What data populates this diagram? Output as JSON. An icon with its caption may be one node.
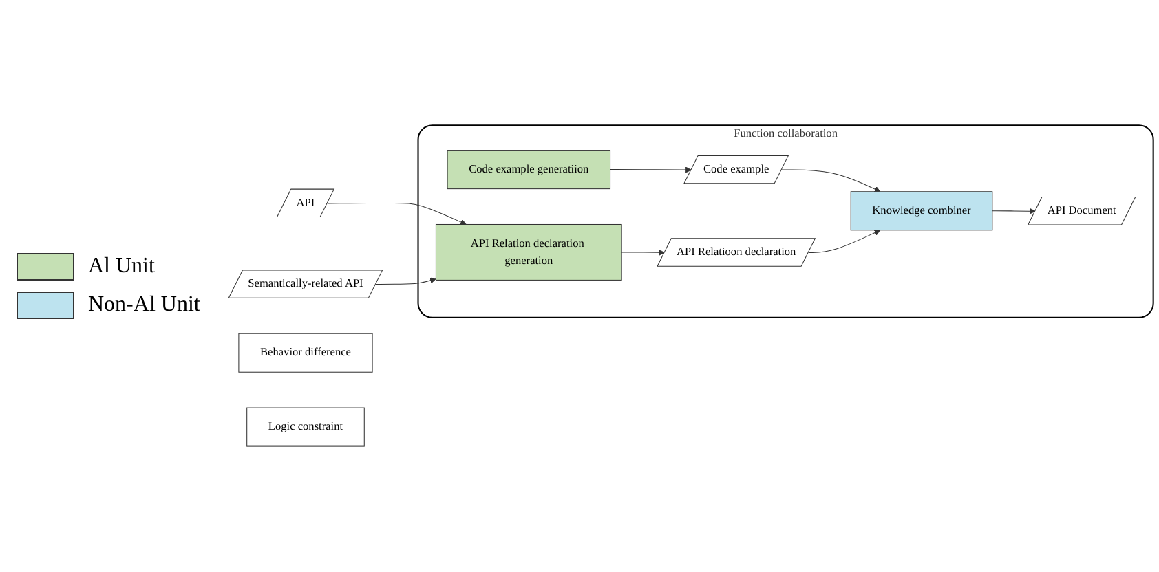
{
  "diagram": {
    "nodes": [
      {
        "text": [
          "Function collaboration"
        ]
      },
      {
        "text": [
          "Code example generatiion"
        ],
        "in": 0
      },
      {
        "text": [
          "Code example"
        ],
        "in": 0
      },
      {
        "text": [
          "API"
        ]
      },
      {
        "text": [
          "API Relatioon declaration"
        ],
        "in": 0
      },
      {
        "text": [
          "Knowledge combiner"
        ],
        "in": 0
      },
      {
        "text": [
          "API Relation declaration generation"
        ],
        "in": 0
      },
      {
        "text": [
          "API Document"
        ],
        "in": 0
      },
      {
        "text": [
          "Semantically-related API"
        ]
      },
      {
        "text": [
          "Behavior difference"
        ]
      },
      {
        "text": [
          "Logic constraint"
        ]
      }
    ],
    "edges": [
      {
        "from": 1,
        "to": 2,
        "arrow": "to"
      },
      {
        "from": 2,
        "to": 5,
        "arrow": "to"
      },
      {
        "from": 3,
        "to": 6,
        "arrow": "to"
      },
      {
        "from": 4,
        "to": 5,
        "arrow": "to"
      },
      {
        "from": 5,
        "to": 7,
        "arrow": "to"
      },
      {
        "from": 6,
        "to": 4,
        "arrow": "to"
      },
      {
        "from": 8,
        "to": 6,
        "arrow": "to"
      }
    ],
    "legend": [
      {
        "text": "Al Unit",
        "color": "#c5e0b4"
      },
      {
        "text": "Non-Al Unit",
        "color": "#bde3ef"
      }
    ]
  }
}
